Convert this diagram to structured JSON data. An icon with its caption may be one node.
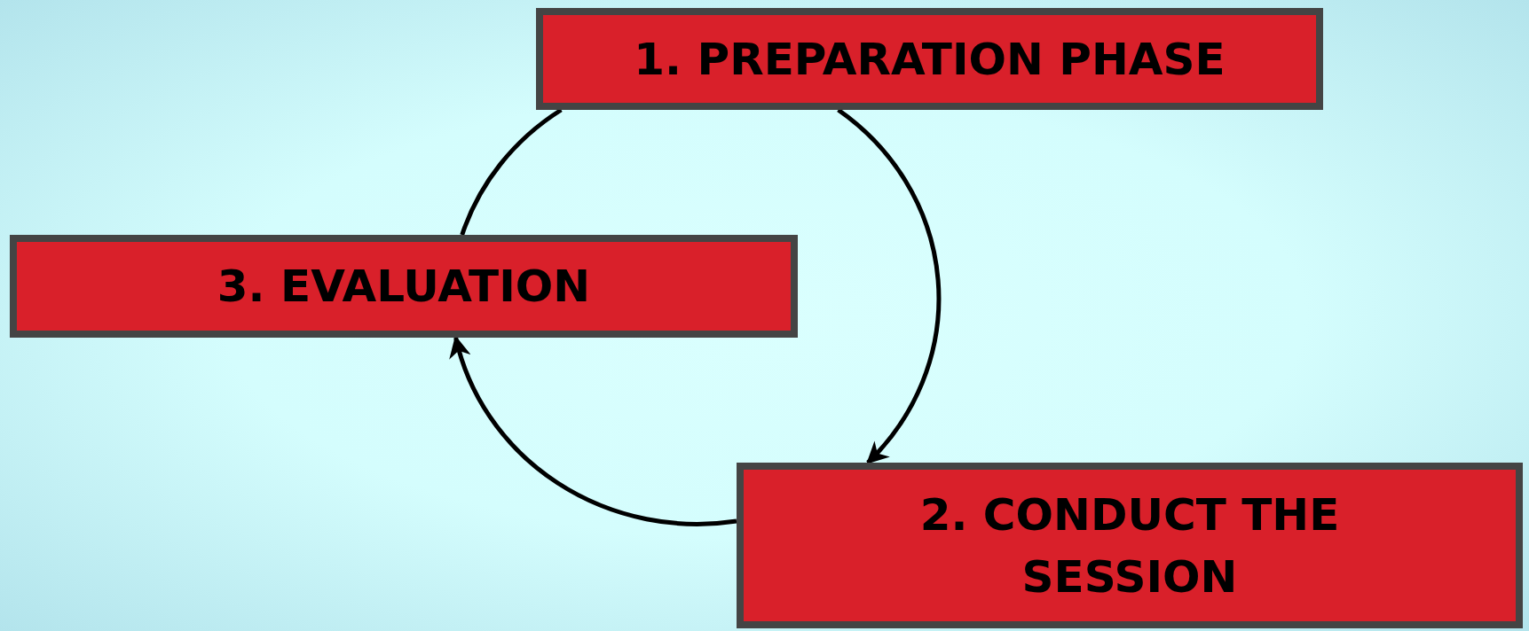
{
  "diagram": {
    "nodes": [
      {
        "text": [
          "1. PREPARATION PHASE"
        ]
      },
      {
        "text": [
          "2. CONDUCT THE SESSION"
        ]
      },
      {
        "text": [
          "3. EVALUATION"
        ]
      }
    ],
    "edges": [
      {
        "from": 0,
        "to": 1,
        "arrow": "to"
      },
      {
        "from": 1,
        "to": 2,
        "arrow": "to"
      },
      {
        "from": 2,
        "to": 0,
        "arrow": "none"
      }
    ]
  }
}
